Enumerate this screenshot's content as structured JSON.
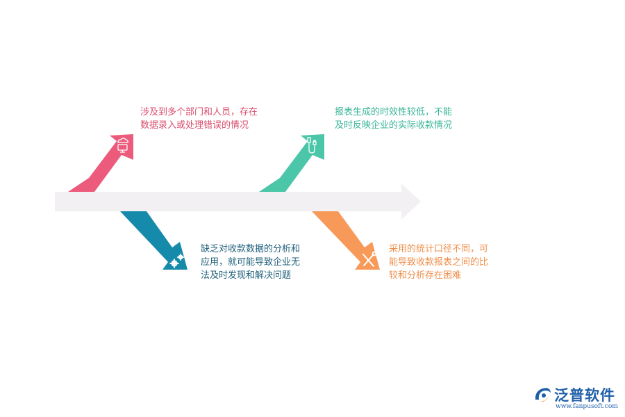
{
  "colors": {
    "spine": "#f2f0f3",
    "pink": "#ec5b7c",
    "blue": "#168aaa",
    "teal": "#4bc6a8",
    "orange": "#f79a59",
    "pink_text": "#d94d6e",
    "teal_text": "#38b596",
    "blue_text": "#1f5f7a",
    "orange_text": "#ef8d48"
  },
  "causes": [
    {
      "id": "top-left",
      "lines": [
        "涉及到多个部门和人员，存在",
        "数据录入或处理错误的情况"
      ],
      "icon": "cloud-monitor-icon"
    },
    {
      "id": "top-right",
      "lines": [
        "报表生成的时效性较低，不能",
        "及时反映企业的实际收款情况"
      ],
      "icon": "cable-plug-icon"
    },
    {
      "id": "bottom-left",
      "lines": [
        "缺乏对收款数据的分析和",
        "应用，就可能导致企业无",
        "法及时发现和解决问题"
      ],
      "icon": "gears-icon"
    },
    {
      "id": "bottom-right",
      "lines": [
        "采用的统计口径不同，可",
        "能导致收款报表之间的比",
        "较和分析存在困难"
      ],
      "icon": "tools-icon"
    }
  ],
  "logo": {
    "name": "泛普软件",
    "url": "www.fanpusoft.com"
  }
}
